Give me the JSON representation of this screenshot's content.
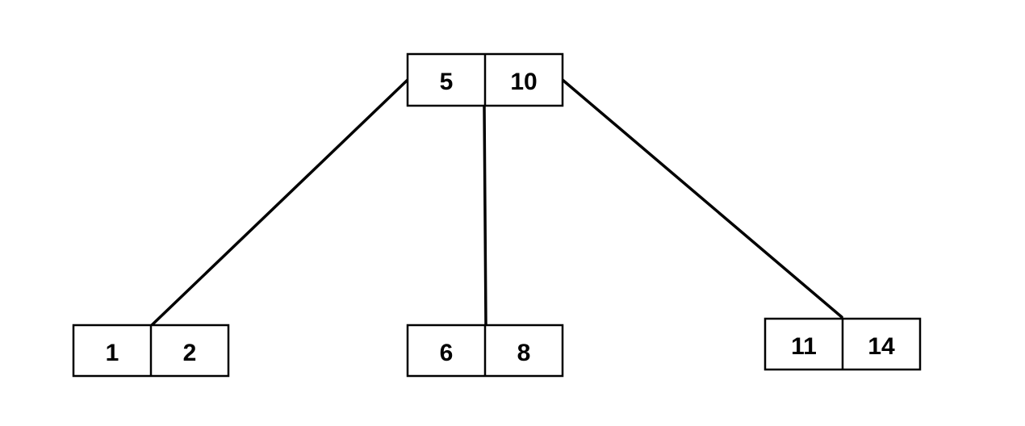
{
  "tree": {
    "root": {
      "keys": [
        "5",
        "10"
      ]
    },
    "children": [
      {
        "keys": [
          "1",
          "2"
        ]
      },
      {
        "keys": [
          "6",
          "8"
        ]
      },
      {
        "keys": [
          "11",
          "14"
        ]
      }
    ]
  },
  "colors": {
    "stroke": "#000000",
    "fill": "#ffffff",
    "text": "#000000"
  }
}
